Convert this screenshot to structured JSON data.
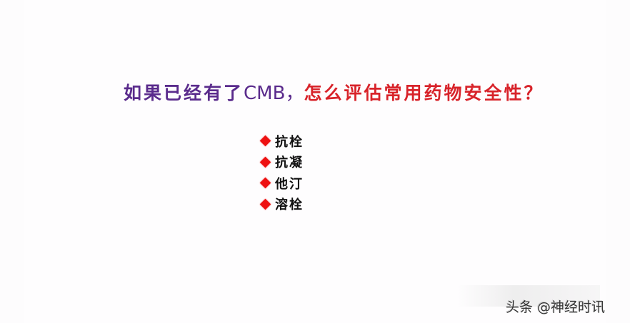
{
  "slide": {
    "title": {
      "part1_prefix": "如果已经有了",
      "part1_latin": "CMB，",
      "part2": "怎么评估常用药物安全性？",
      "colors": {
        "part1": "#5a2b8c",
        "part2": "#d8232a"
      }
    },
    "bullets": [
      {
        "icon": "red-diamond-icon",
        "label": "抗栓"
      },
      {
        "icon": "red-diamond-icon",
        "label": "抗凝"
      },
      {
        "icon": "red-diamond-icon",
        "label": "他汀"
      },
      {
        "icon": "red-diamond-icon",
        "label": "溶栓"
      }
    ],
    "bullet_color": "#ee1111"
  },
  "watermark": {
    "text": "头条 @神经时讯"
  }
}
